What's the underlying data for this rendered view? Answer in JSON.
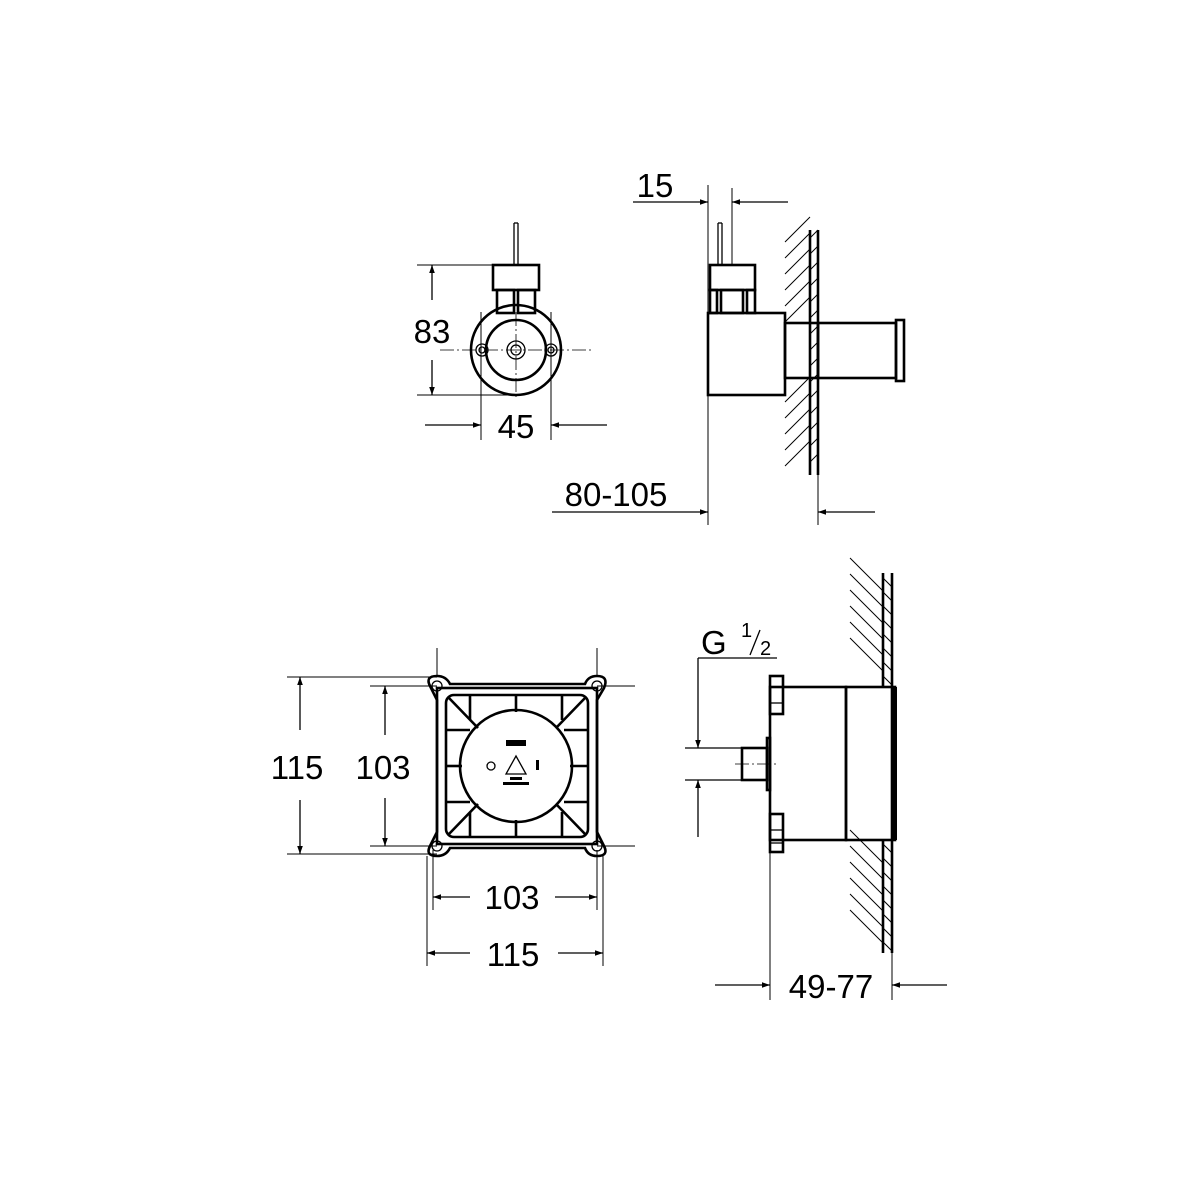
{
  "drawing": {
    "front_view_small": {
      "height_label": "83",
      "width_label": "45"
    },
    "side_view_small": {
      "offset_label": "15",
      "depth_label": "80-105"
    },
    "front_view_box": {
      "outer_height_label": "115",
      "inner_height_label": "103",
      "inner_width_label": "103",
      "outer_width_label": "115"
    },
    "side_view_box": {
      "thread_label_g": "G",
      "thread_label_num": "1",
      "thread_label_den": "2",
      "depth_label": "49-77"
    },
    "line_color": "#000000"
  }
}
